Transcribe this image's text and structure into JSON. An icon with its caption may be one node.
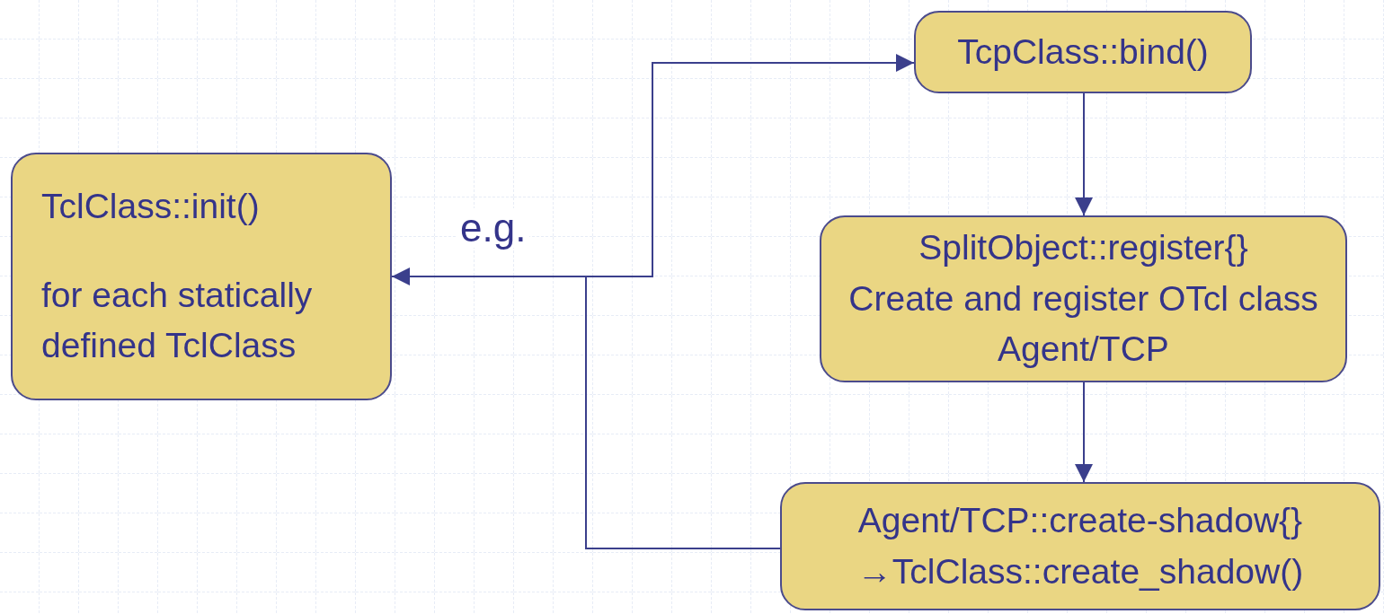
{
  "diagram": {
    "nodes": [
      {
        "text": [
          "TclClass::init()",
          "for each statically defined TclClass"
        ]
      },
      {
        "text": [
          "TcpClass::bind()"
        ]
      },
      {
        "text": [
          "SplitObject::register{}",
          "Create and register OTcl class Agent/TCP"
        ]
      },
      {
        "text": [
          "Agent/TCP::create-shadow{} →TclClass::create_shadow()"
        ]
      }
    ],
    "edges": [
      {
        "from": 0,
        "to": 1,
        "arrow": "to",
        "label": "e.g."
      },
      {
        "from": 3,
        "to": 0,
        "arrow": "to"
      },
      {
        "from": 1,
        "to": 2,
        "arrow": "to"
      },
      {
        "from": 2,
        "to": 3,
        "arrow": "to"
      }
    ]
  }
}
